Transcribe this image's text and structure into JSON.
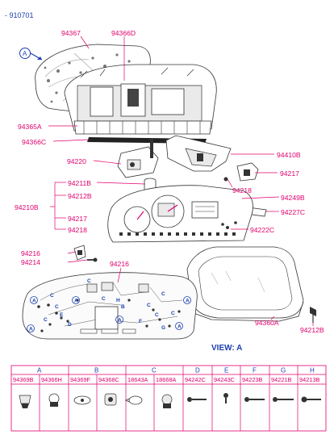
{
  "header": {
    "ref_code": "- 910701"
  },
  "parts": {
    "p94367": "94367",
    "p94366D": "94366D",
    "p94365A": "94365A",
    "p94366C": "94366C",
    "p94220": "94220",
    "p94410B": "94410B",
    "p94211B": "94211B",
    "p94212B": "94212B",
    "p94210B": "94210B",
    "p94217_right": "94217",
    "p94218_right": "94218",
    "p94249B": "94249B",
    "p94227C": "94227C",
    "p94217_left": "94217",
    "p94218_left": "94218",
    "p94222C": "94222C",
    "p94216_left": "94216",
    "p94214": "94214",
    "p94216_mid": "94216",
    "p94360A": "94360A",
    "p94212B_right": "94212B"
  },
  "view_marker": {
    "letter": "A"
  },
  "view_title": "VIEW: A",
  "board_markers": {
    "a": "A",
    "b": "B",
    "c": "C",
    "d": "D",
    "e": "E",
    "f": "F",
    "g": "G",
    "h": "H"
  },
  "legend": {
    "groups": [
      "A",
      "B",
      "C",
      "D",
      "E",
      "F",
      "G",
      "H"
    ],
    "codes": [
      "94369B",
      "94366H",
      "94369F",
      "94368C",
      "18643A",
      "18668A",
      "94242C",
      "94243C",
      "94223B",
      "94221B",
      "94213B"
    ]
  },
  "colors": {
    "label": "#e0006e",
    "marker": "#1b3fb0",
    "line": "#333333"
  }
}
